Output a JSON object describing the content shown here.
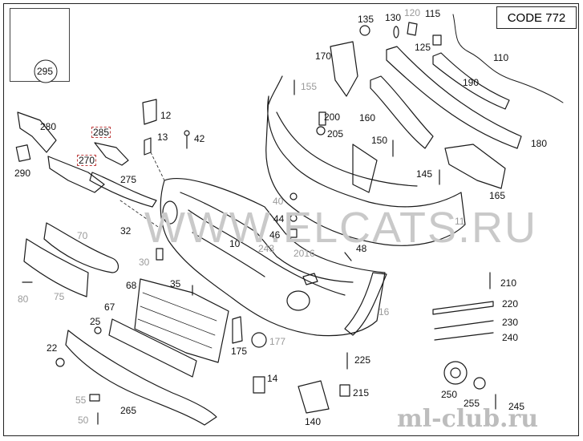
{
  "code_label": "CODE 772",
  "watermark_center": "WWW.ELCATS.RU",
  "watermark_bottom": "ml-club.ru",
  "colors": {
    "line": "#1a1a1a",
    "grey_label": "#9a9a9a",
    "dashed_box": "#c04040"
  },
  "callouts": [
    {
      "id": "295",
      "text": "295"
    },
    {
      "id": "280",
      "text": "280"
    },
    {
      "id": "285",
      "text": "285"
    },
    {
      "id": "290",
      "text": "290"
    },
    {
      "id": "270",
      "text": "270"
    },
    {
      "id": "275",
      "text": "275"
    },
    {
      "id": "12",
      "text": "12"
    },
    {
      "id": "13",
      "text": "13"
    },
    {
      "id": "42",
      "text": "42"
    },
    {
      "id": "135",
      "text": "135"
    },
    {
      "id": "130",
      "text": "130"
    },
    {
      "id": "120",
      "text": "120"
    },
    {
      "id": "115",
      "text": "115"
    },
    {
      "id": "125",
      "text": "125"
    },
    {
      "id": "110",
      "text": "110"
    },
    {
      "id": "170",
      "text": "170"
    },
    {
      "id": "155",
      "text": "155"
    },
    {
      "id": "190",
      "text": "190"
    },
    {
      "id": "200",
      "text": "200"
    },
    {
      "id": "205",
      "text": "205"
    },
    {
      "id": "160",
      "text": "160"
    },
    {
      "id": "150",
      "text": "150"
    },
    {
      "id": "180",
      "text": "180"
    },
    {
      "id": "145",
      "text": "145"
    },
    {
      "id": "165",
      "text": "165"
    },
    {
      "id": "40",
      "text": "40"
    },
    {
      "id": "11",
      "text": "11"
    },
    {
      "id": "44",
      "text": "44"
    },
    {
      "id": "46",
      "text": "46"
    },
    {
      "id": "243",
      "text": "243"
    },
    {
      "id": "2016",
      "text": "2016"
    },
    {
      "id": "48",
      "text": "48"
    },
    {
      "id": "70",
      "text": "70"
    },
    {
      "id": "32",
      "text": "32"
    },
    {
      "id": "10",
      "text": "10"
    },
    {
      "id": "30",
      "text": "30"
    },
    {
      "id": "80",
      "text": "80"
    },
    {
      "id": "75",
      "text": "75"
    },
    {
      "id": "68",
      "text": "68"
    },
    {
      "id": "35",
      "text": "35"
    },
    {
      "id": "210",
      "text": "210"
    },
    {
      "id": "220",
      "text": "220"
    },
    {
      "id": "67",
      "text": "67"
    },
    {
      "id": "16",
      "text": "16"
    },
    {
      "id": "230",
      "text": "230"
    },
    {
      "id": "25",
      "text": "25"
    },
    {
      "id": "240",
      "text": "240"
    },
    {
      "id": "22",
      "text": "22"
    },
    {
      "id": "175",
      "text": "175"
    },
    {
      "id": "177",
      "text": "177"
    },
    {
      "id": "225",
      "text": "225"
    },
    {
      "id": "14",
      "text": "14"
    },
    {
      "id": "215",
      "text": "215"
    },
    {
      "id": "250",
      "text": "250"
    },
    {
      "id": "255",
      "text": "255"
    },
    {
      "id": "55",
      "text": "55"
    },
    {
      "id": "265",
      "text": "265"
    },
    {
      "id": "245",
      "text": "245"
    },
    {
      "id": "50",
      "text": "50"
    },
    {
      "id": "140",
      "text": "140"
    }
  ]
}
